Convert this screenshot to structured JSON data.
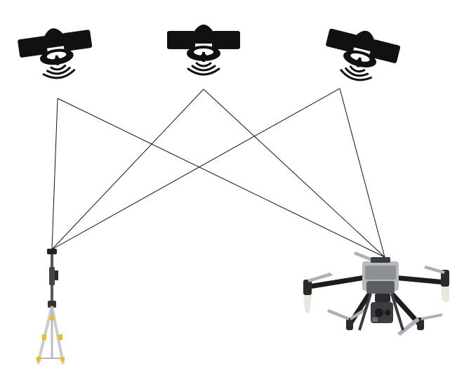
{
  "diagram": {
    "description_visible_text": [],
    "nodes": [
      {
        "id": "satellite-1",
        "kind": "satellite-icon"
      },
      {
        "id": "satellite-2",
        "kind": "satellite-icon"
      },
      {
        "id": "satellite-3",
        "kind": "satellite-icon"
      },
      {
        "id": "gnss-base-station",
        "kind": "tripod-base-station-icon"
      },
      {
        "id": "drone",
        "kind": "quadcopter-drone-icon"
      }
    ],
    "links": [
      {
        "from": "satellite-1",
        "to": "gnss-base-station"
      },
      {
        "from": "satellite-1",
        "to": "drone"
      },
      {
        "from": "satellite-2",
        "to": "gnss-base-station"
      },
      {
        "from": "satellite-2",
        "to": "drone"
      },
      {
        "from": "satellite-3",
        "to": "gnss-base-station"
      },
      {
        "from": "satellite-3",
        "to": "drone"
      }
    ],
    "colors": {
      "satellite": "#111111",
      "line": "#111111",
      "tripod_leg": "#c8ccd0",
      "tripod_accent": "#e8c21a",
      "drone_body": "#5a5e63",
      "drone_dark": "#1c1d1f",
      "drone_light": "#b7bbbf"
    }
  }
}
